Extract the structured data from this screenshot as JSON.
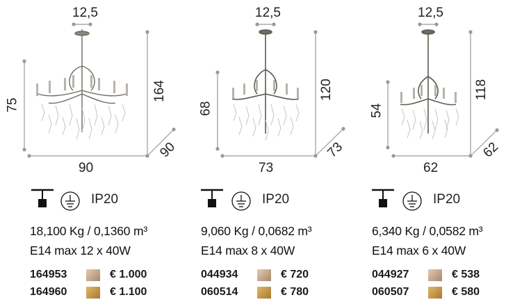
{
  "products": [
    {
      "dims": {
        "top": "12,5",
        "height": "164",
        "chain": "75",
        "width": "90",
        "depth": "90"
      },
      "ip": "IP20",
      "weight_line": "18,100 Kg /  0,1360 m³",
      "bulb_line": "E14 max 12 x 40W",
      "variants": [
        {
          "code": "164953",
          "price": "€ 1.000",
          "swatch": "#c9a98a"
        },
        {
          "code": "164960",
          "price": "€ 1.100",
          "swatch": "#c69a4e"
        }
      ]
    },
    {
      "dims": {
        "top": "12,5",
        "height": "120",
        "chain": "68",
        "width": "73",
        "depth": "73"
      },
      "ip": "IP20",
      "weight_line": "9,060 Kg / 0,0682 m³",
      "bulb_line": "E14 max 8 x 40W",
      "variants": [
        {
          "code": "044934",
          "price": "€  720",
          "swatch": "#c9a98a"
        },
        {
          "code": "060514",
          "price": "€  780",
          "swatch": "#c69a4e"
        }
      ]
    },
    {
      "dims": {
        "top": "12,5",
        "height": "118",
        "chain": "54",
        "width": "62",
        "depth": "62"
      },
      "ip": "IP20",
      "weight_line": "6,340 Kg / 0,0582 m³",
      "bulb_line": "E14 max 6 x 40W",
      "variants": [
        {
          "code": "044927",
          "price": "€  538",
          "swatch": "#c9a98a"
        },
        {
          "code": "060507",
          "price": "€  580",
          "swatch": "#c69a4e"
        }
      ]
    }
  ]
}
